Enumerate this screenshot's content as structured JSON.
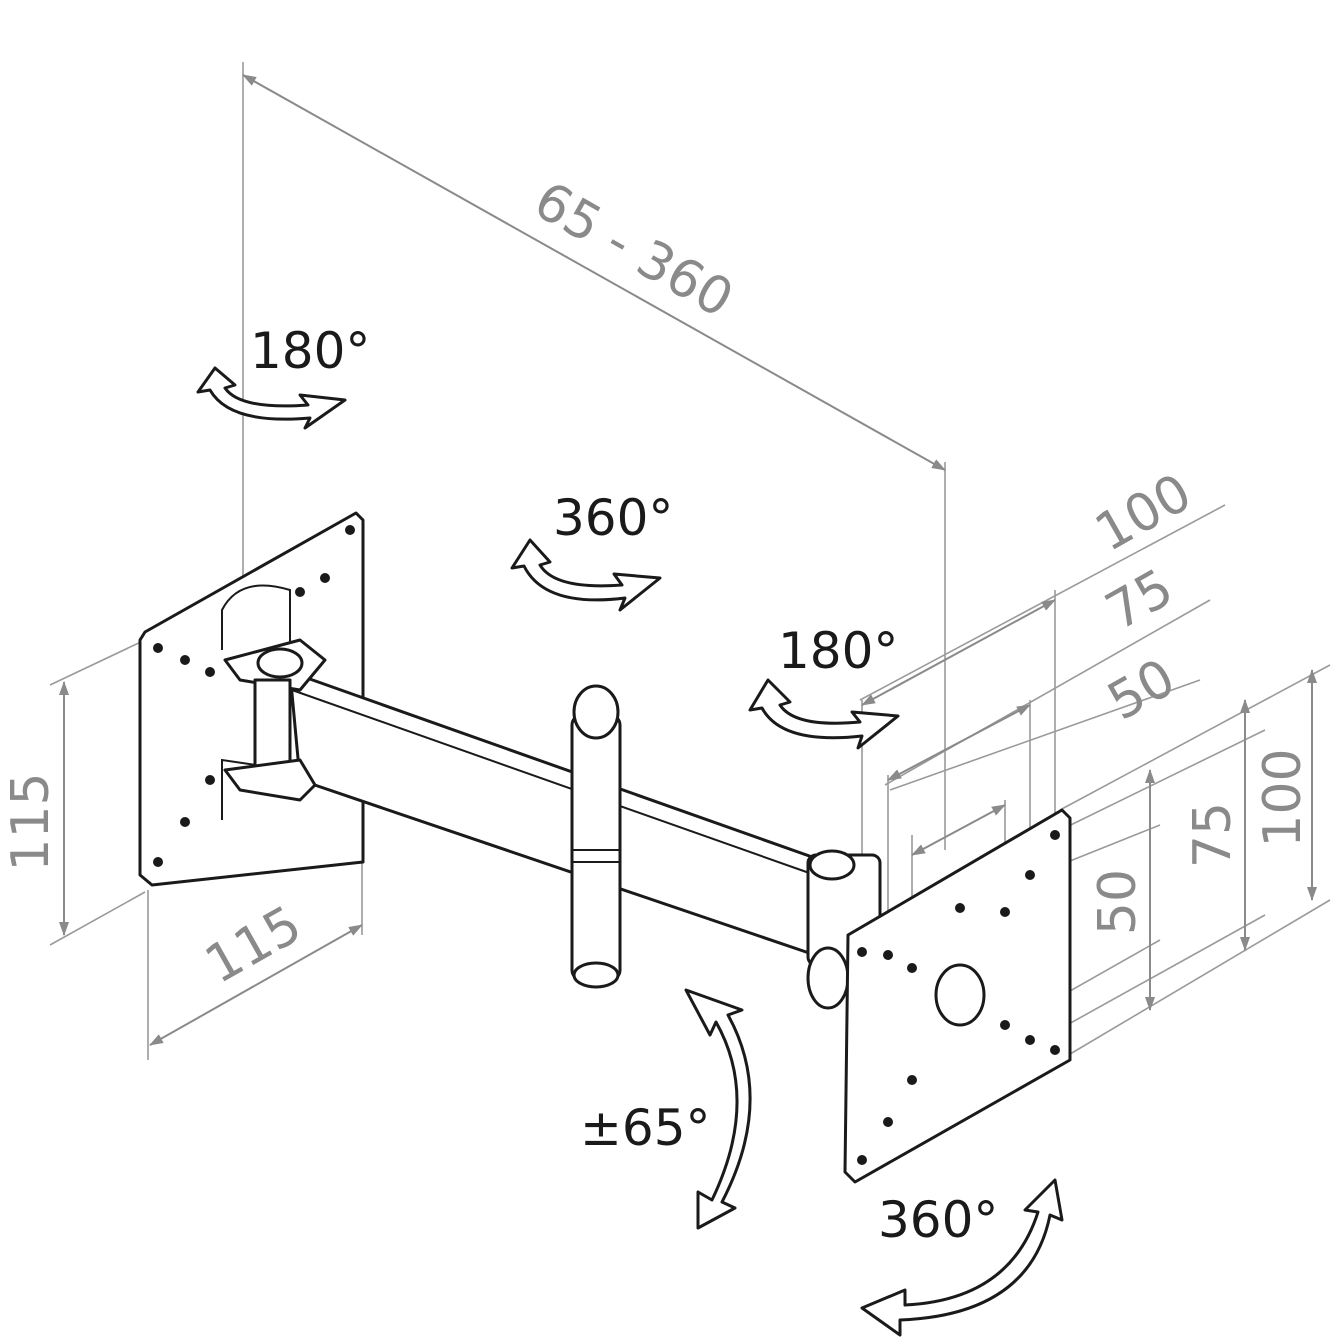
{
  "dimensions": {
    "arm_length": "65 - 360",
    "wall_plate_height": "115",
    "wall_plate_width": "115",
    "vesa_horizontal": [
      "100",
      "75",
      "50"
    ],
    "vesa_vertical": [
      "50",
      "75",
      "100"
    ]
  },
  "rotations": {
    "wall_swivel": "180°",
    "arm_swivel": "360°",
    "head_swivel": "180°",
    "tilt": "±65°",
    "rotation": "360°"
  }
}
